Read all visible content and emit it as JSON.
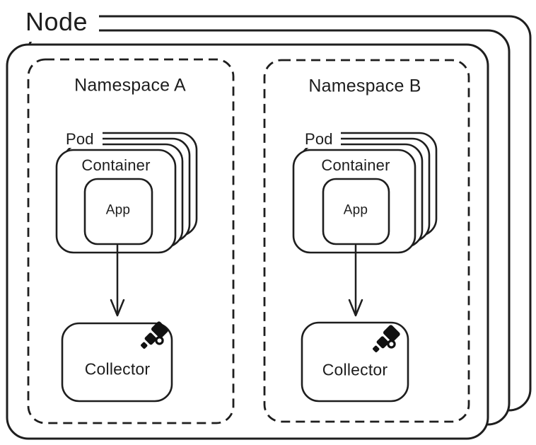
{
  "node": {
    "label": "Node",
    "stacked_layers": 3
  },
  "colors": {
    "stroke": "#1e1e1e",
    "text": "#1d1d1d",
    "background": "#ffffff",
    "icon_fill": "#111111"
  },
  "namespaces": [
    {
      "name": "Namespace A",
      "pod_label": "Pod",
      "pod_stacked_layers": 4,
      "container_label": "Container",
      "app_label": "App",
      "collector_label": "Collector",
      "collector_icon": "telescope-icon"
    },
    {
      "name": "Namespace B",
      "pod_label": "Pod",
      "pod_stacked_layers": 4,
      "container_label": "Container",
      "app_label": "App",
      "collector_label": "Collector",
      "collector_icon": "telescope-icon"
    }
  ]
}
